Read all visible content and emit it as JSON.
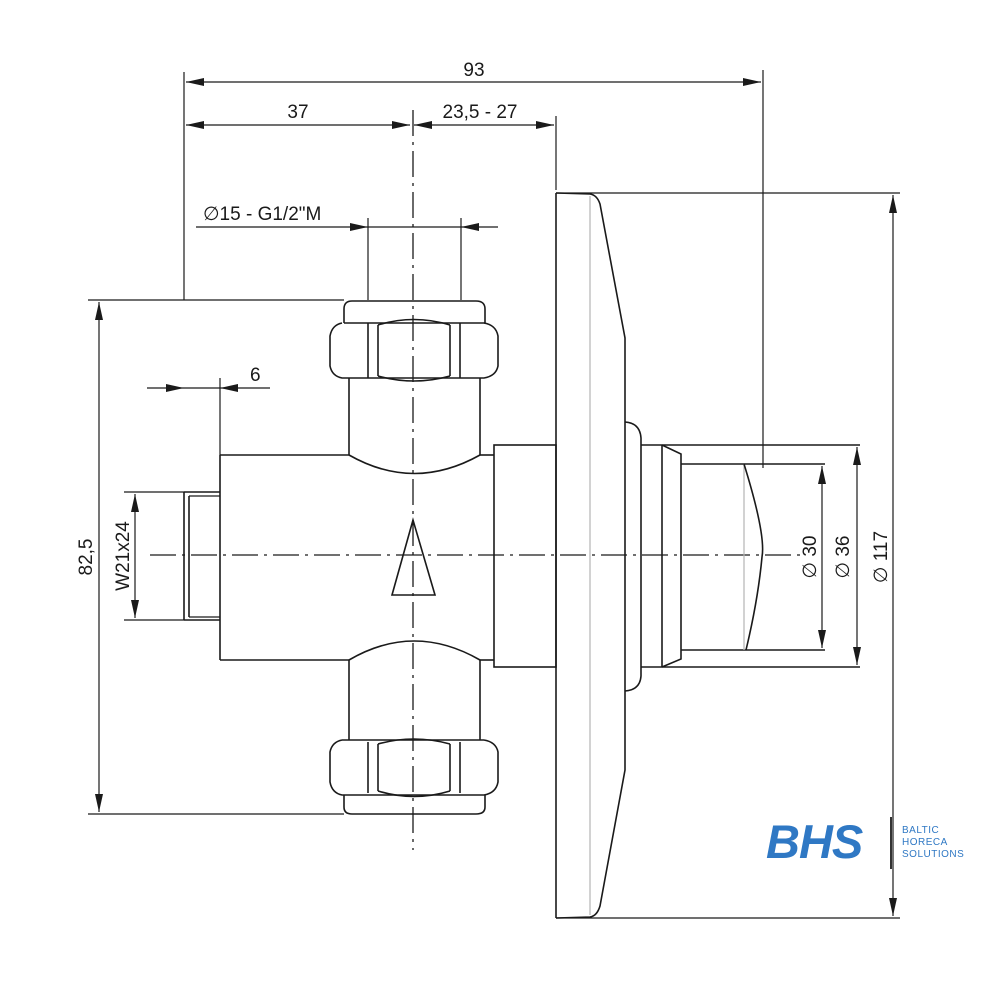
{
  "drawing": {
    "subject": "concealed self-closing valve with wall flange (side view technical drawing)",
    "line_color": "#1a1a1a",
    "background": "#ffffff"
  },
  "dimensions": {
    "overall_length": "93",
    "inlet_to_axis": "37",
    "axis_to_wall": "23,5 - 27",
    "pipe_connection": "∅15 - G1/2\"M",
    "thread_length": "6",
    "outlet_thread": "W21x24",
    "body_height": "82,5",
    "button_diameter": "∅ 30",
    "collar_diameter": "∅ 36",
    "flange_diameter": "∅ 117"
  },
  "logo": {
    "main": "BHS",
    "lines": [
      "BALTIC",
      "HORECA",
      "SOLUTIONS"
    ],
    "color": "#2f78c4"
  }
}
